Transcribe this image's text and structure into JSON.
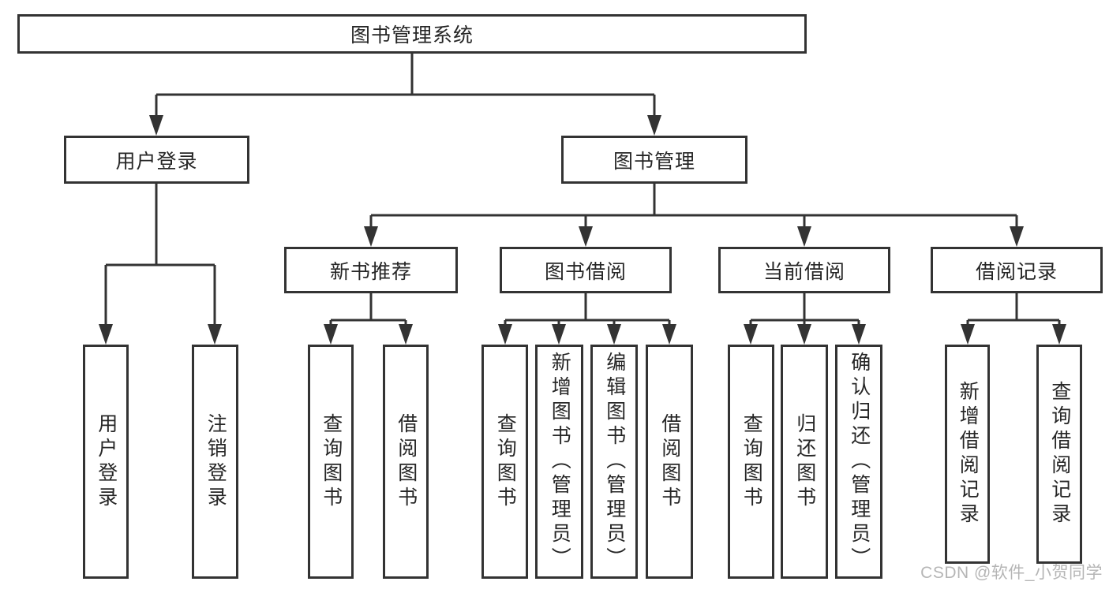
{
  "diagram": {
    "colors": {
      "line": "#333333",
      "text": "#262626",
      "watermark": "#b5b5b5",
      "background": "#ffffff"
    },
    "watermark": "CSDN @软件_小贺同学",
    "tree": {
      "label": "图书管理系统",
      "children": [
        {
          "label": "用户登录",
          "children": [
            {
              "label": "用户登录"
            },
            {
              "label": "注销登录"
            }
          ]
        },
        {
          "label": "图书管理",
          "children": [
            {
              "label": "新书推荐",
              "children": [
                {
                  "label": "查询图书"
                },
                {
                  "label": "借阅图书"
                }
              ]
            },
            {
              "label": "图书借阅",
              "children": [
                {
                  "label": "查询图书"
                },
                {
                  "label": "新增图书（管理员）"
                },
                {
                  "label": "编辑图书（管理员）"
                },
                {
                  "label": "借阅图书"
                }
              ]
            },
            {
              "label": "当前借阅",
              "children": [
                {
                  "label": "查询图书"
                },
                {
                  "label": "归还图书"
                },
                {
                  "label": "确认归还（管理员）"
                }
              ]
            },
            {
              "label": "借阅记录",
              "children": [
                {
                  "label": "新增借阅记录"
                },
                {
                  "label": "查询借阅记录"
                }
              ]
            }
          ]
        }
      ]
    }
  }
}
